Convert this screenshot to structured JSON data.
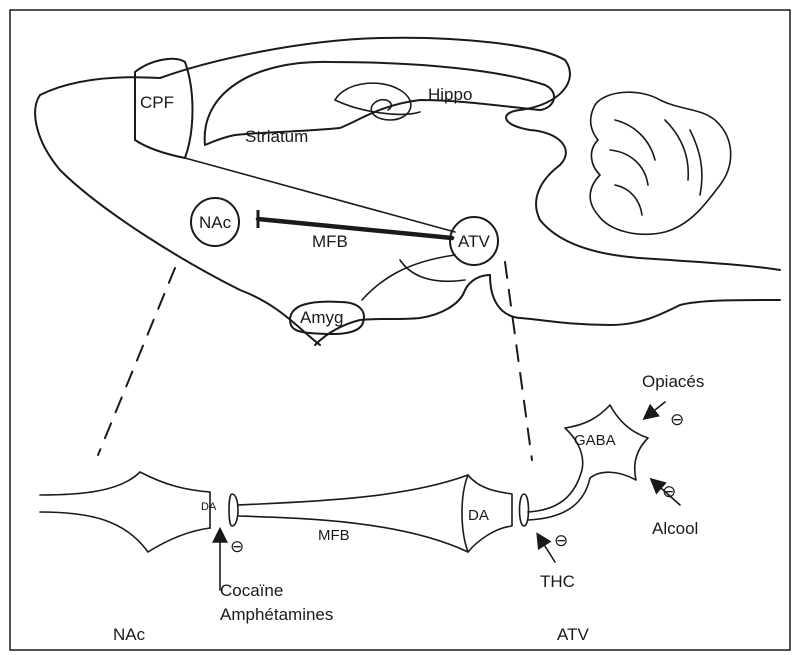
{
  "brain": {
    "cpf": "CPF",
    "hippo": "Hippo",
    "striatum": "Striatum",
    "nac": "NAc",
    "mfb": "MFB",
    "atv": "ATV",
    "amyg": "Amyg"
  },
  "synapse": {
    "da_left": "DA",
    "mfb": "MFB",
    "da_right": "DA",
    "gaba": "GABA",
    "opiaces": "Opiacés",
    "alcool": "Alcool",
    "thc": "THC",
    "cocaine": "Cocaïne",
    "amphetamines": "Amphétamines",
    "inhibit_symbol": "⊖",
    "region_left": "NAc",
    "region_right": "ATV"
  }
}
